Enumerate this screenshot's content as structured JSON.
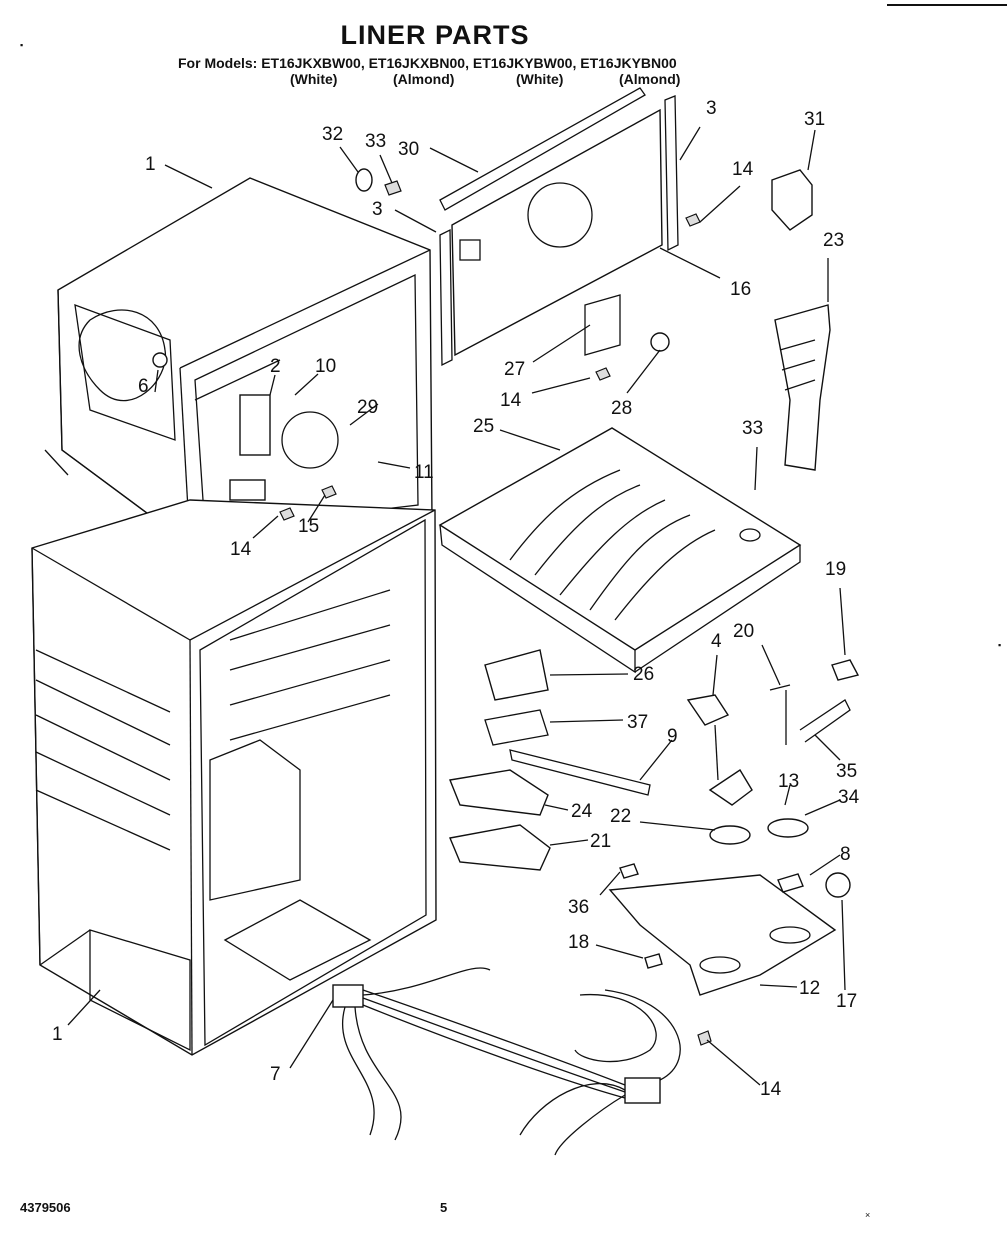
{
  "header": {
    "title": "LINER PARTS",
    "models_line": "For Models: ET16JKXBW00, ET16JKXBN00, ET16JKYBW00, ET16JKYBN00",
    "colors": [
      "(White)",
      "(Almond)",
      "(White)",
      "(Almond)"
    ]
  },
  "footer": {
    "doc_number": "4379506",
    "page_number": "5"
  },
  "callouts": [
    "1",
    "1",
    "2",
    "3",
    "3",
    "4",
    "6",
    "7",
    "8",
    "9",
    "10",
    "11",
    "12",
    "13",
    "14",
    "14",
    "14",
    "14",
    "15",
    "16",
    "17",
    "18",
    "19",
    "20",
    "21",
    "22",
    "23",
    "24",
    "25",
    "26",
    "27",
    "28",
    "29",
    "30",
    "31",
    "32",
    "33",
    "33",
    "34",
    "35",
    "36",
    "37"
  ]
}
